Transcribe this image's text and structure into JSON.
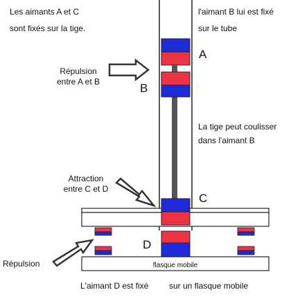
{
  "labels": {
    "fixed_a_c_line1": "Les aimants A et C",
    "fixed_a_c_line2": "sont fixés sur la tige.",
    "fixed_b_line1": "l'aimant B lui est fixé",
    "fixed_b_line2": "sur le tube",
    "magnet_a": "A",
    "magnet_b": "B",
    "magnet_c": "C",
    "magnet_d": "D",
    "repulsion_ab_line1": "Répulsion",
    "repulsion_ab_line2": "entre A et B",
    "rod_slides_line1": "La tige peut coulisser",
    "rod_slides_line2": "dans l'aimant B",
    "attraction_cd_line1": "Attraction",
    "attraction_cd_line2": "entre C et D",
    "repulsion": "Répulsion",
    "flange_mobile": "flasque mobile",
    "caption_d_fixed": "L'aimant D est fixé",
    "caption_mobile_flange": "sur un flasque mobile"
  },
  "colors": {
    "magnet_north": "#1d2bd9",
    "magnet_south": "#ee3345",
    "rod": "#555555",
    "outline": "#222222",
    "arrow_fill": "#ffffff"
  }
}
